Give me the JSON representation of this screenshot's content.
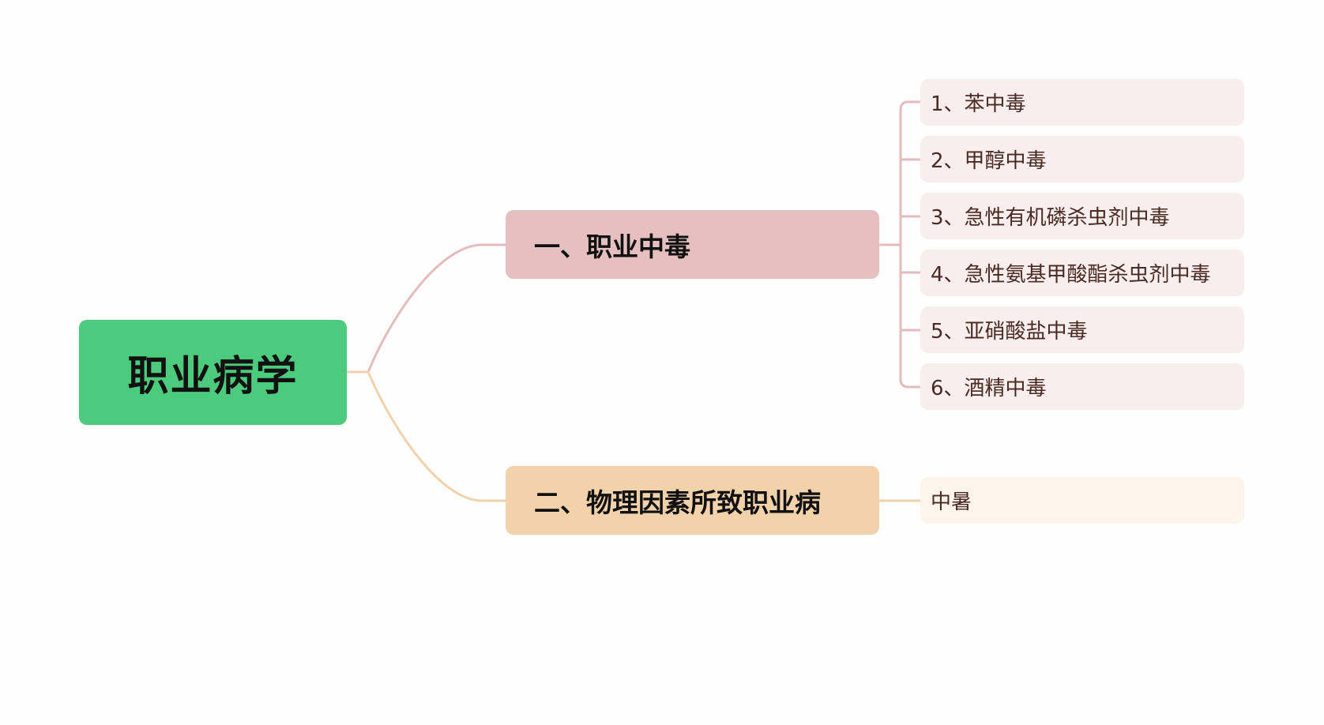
{
  "root": {
    "label": "职业病学"
  },
  "branches": [
    {
      "label": "一、职业中毒",
      "children": [
        "1、苯中毒",
        "2、甲醇中毒",
        "3、急性有机磷杀虫剂中毒",
        "4、急性氨基甲酸酯杀虫剂中毒",
        "5、亚硝酸盐中毒",
        "6、酒精中毒"
      ]
    },
    {
      "label": "二、物理因素所致职业病",
      "children": [
        "中暑"
      ]
    }
  ],
  "colors": {
    "root": "#4ccb7c",
    "branch1": "#e6bfc0",
    "branch2": "#f2d2aa",
    "line1": "#e4bcbc",
    "line2": "#f2d2aa"
  }
}
